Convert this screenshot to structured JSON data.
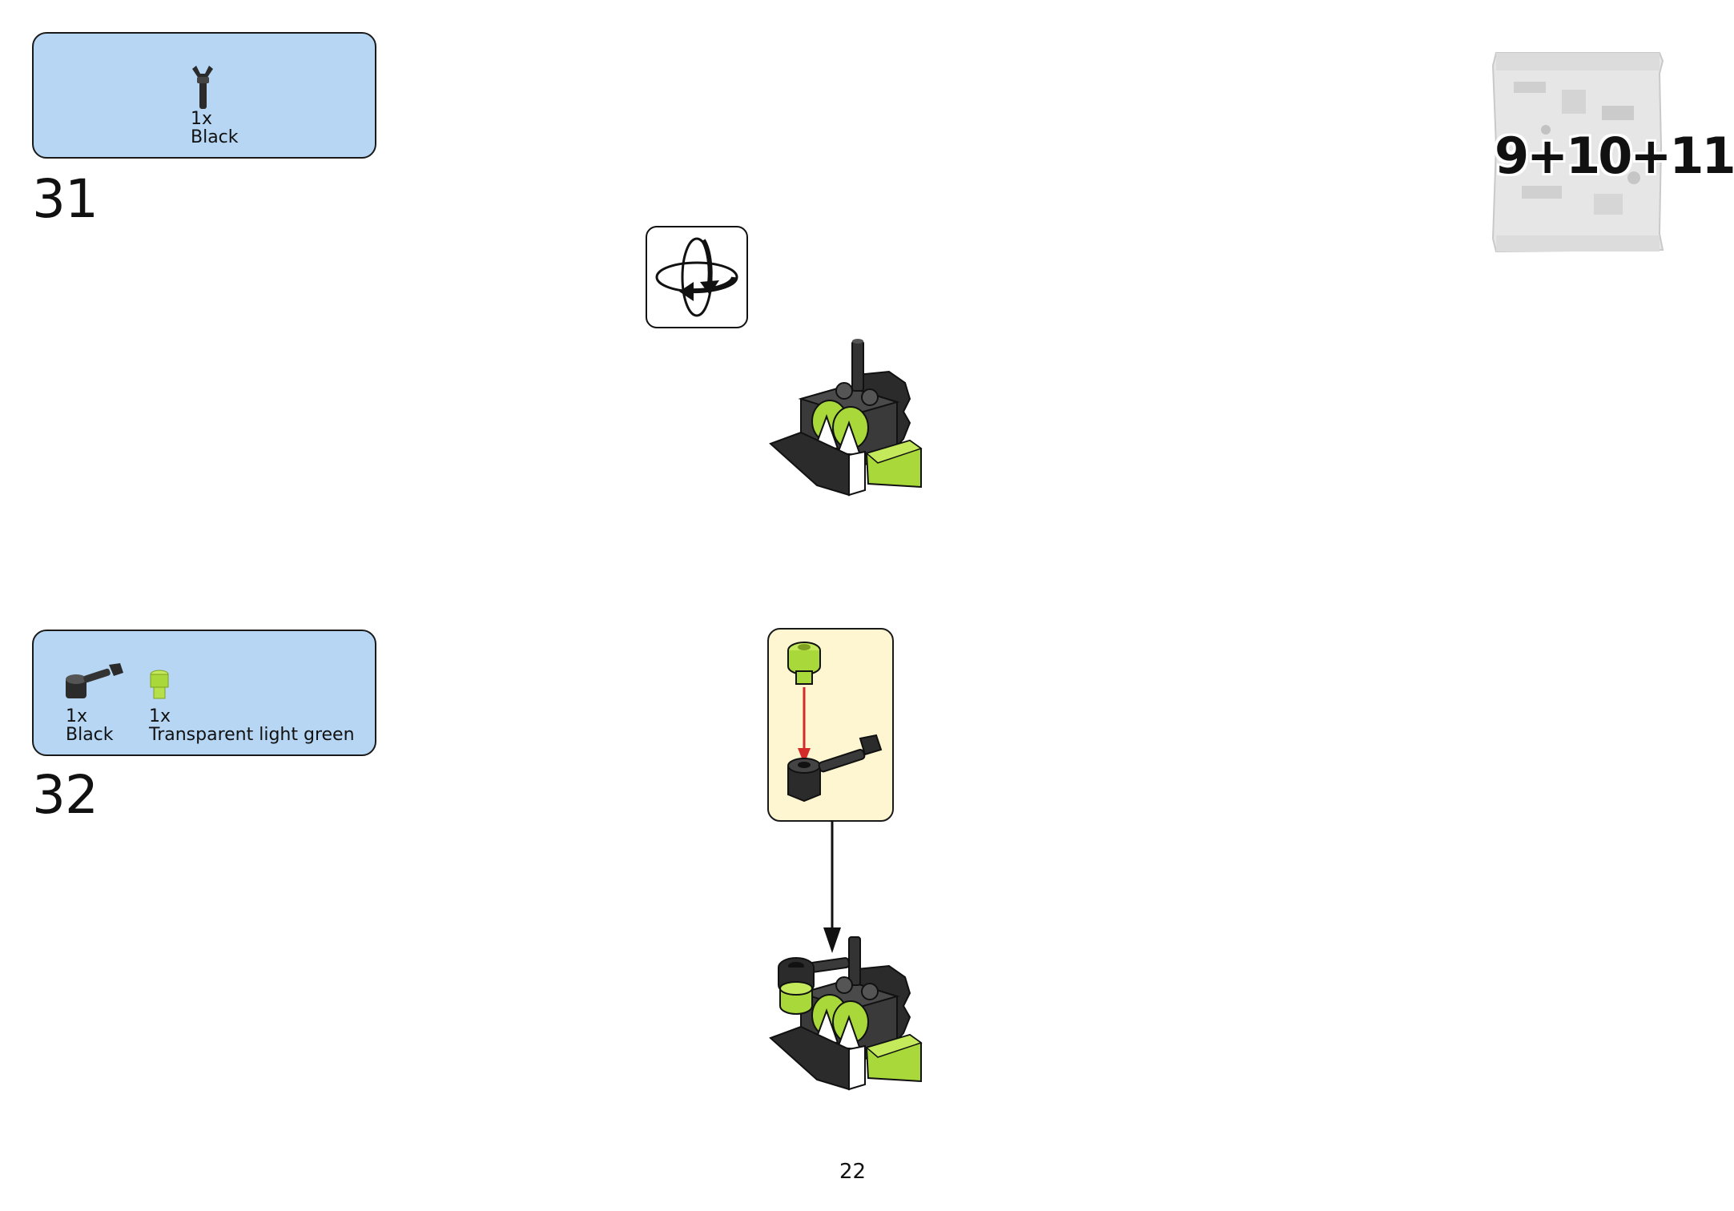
{
  "page_number": "22",
  "bag_label": "9+10+11",
  "icons": {
    "bag": "parts-bag-icon",
    "rotate": "rotate-model-icon"
  },
  "colors": {
    "parts_box_bg": "#b6d6f3",
    "callout_bg": "#fdf6d1",
    "lime_green": "#a8d83a",
    "arrow_red": "#d42a2a",
    "brick_black": "#2b2b2b"
  },
  "steps": [
    {
      "number": "31",
      "parts": [
        {
          "qty": "1x",
          "color": "Black",
          "icon": "black-bar-clip-piece-icon"
        }
      ]
    },
    {
      "number": "32",
      "parts": [
        {
          "qty": "1x",
          "color": "Black",
          "icon": "black-bar-holder-arm-icon"
        },
        {
          "qty": "1x",
          "color": "Transparent light green",
          "icon": "trans-green-round-stud-icon"
        }
      ]
    }
  ]
}
